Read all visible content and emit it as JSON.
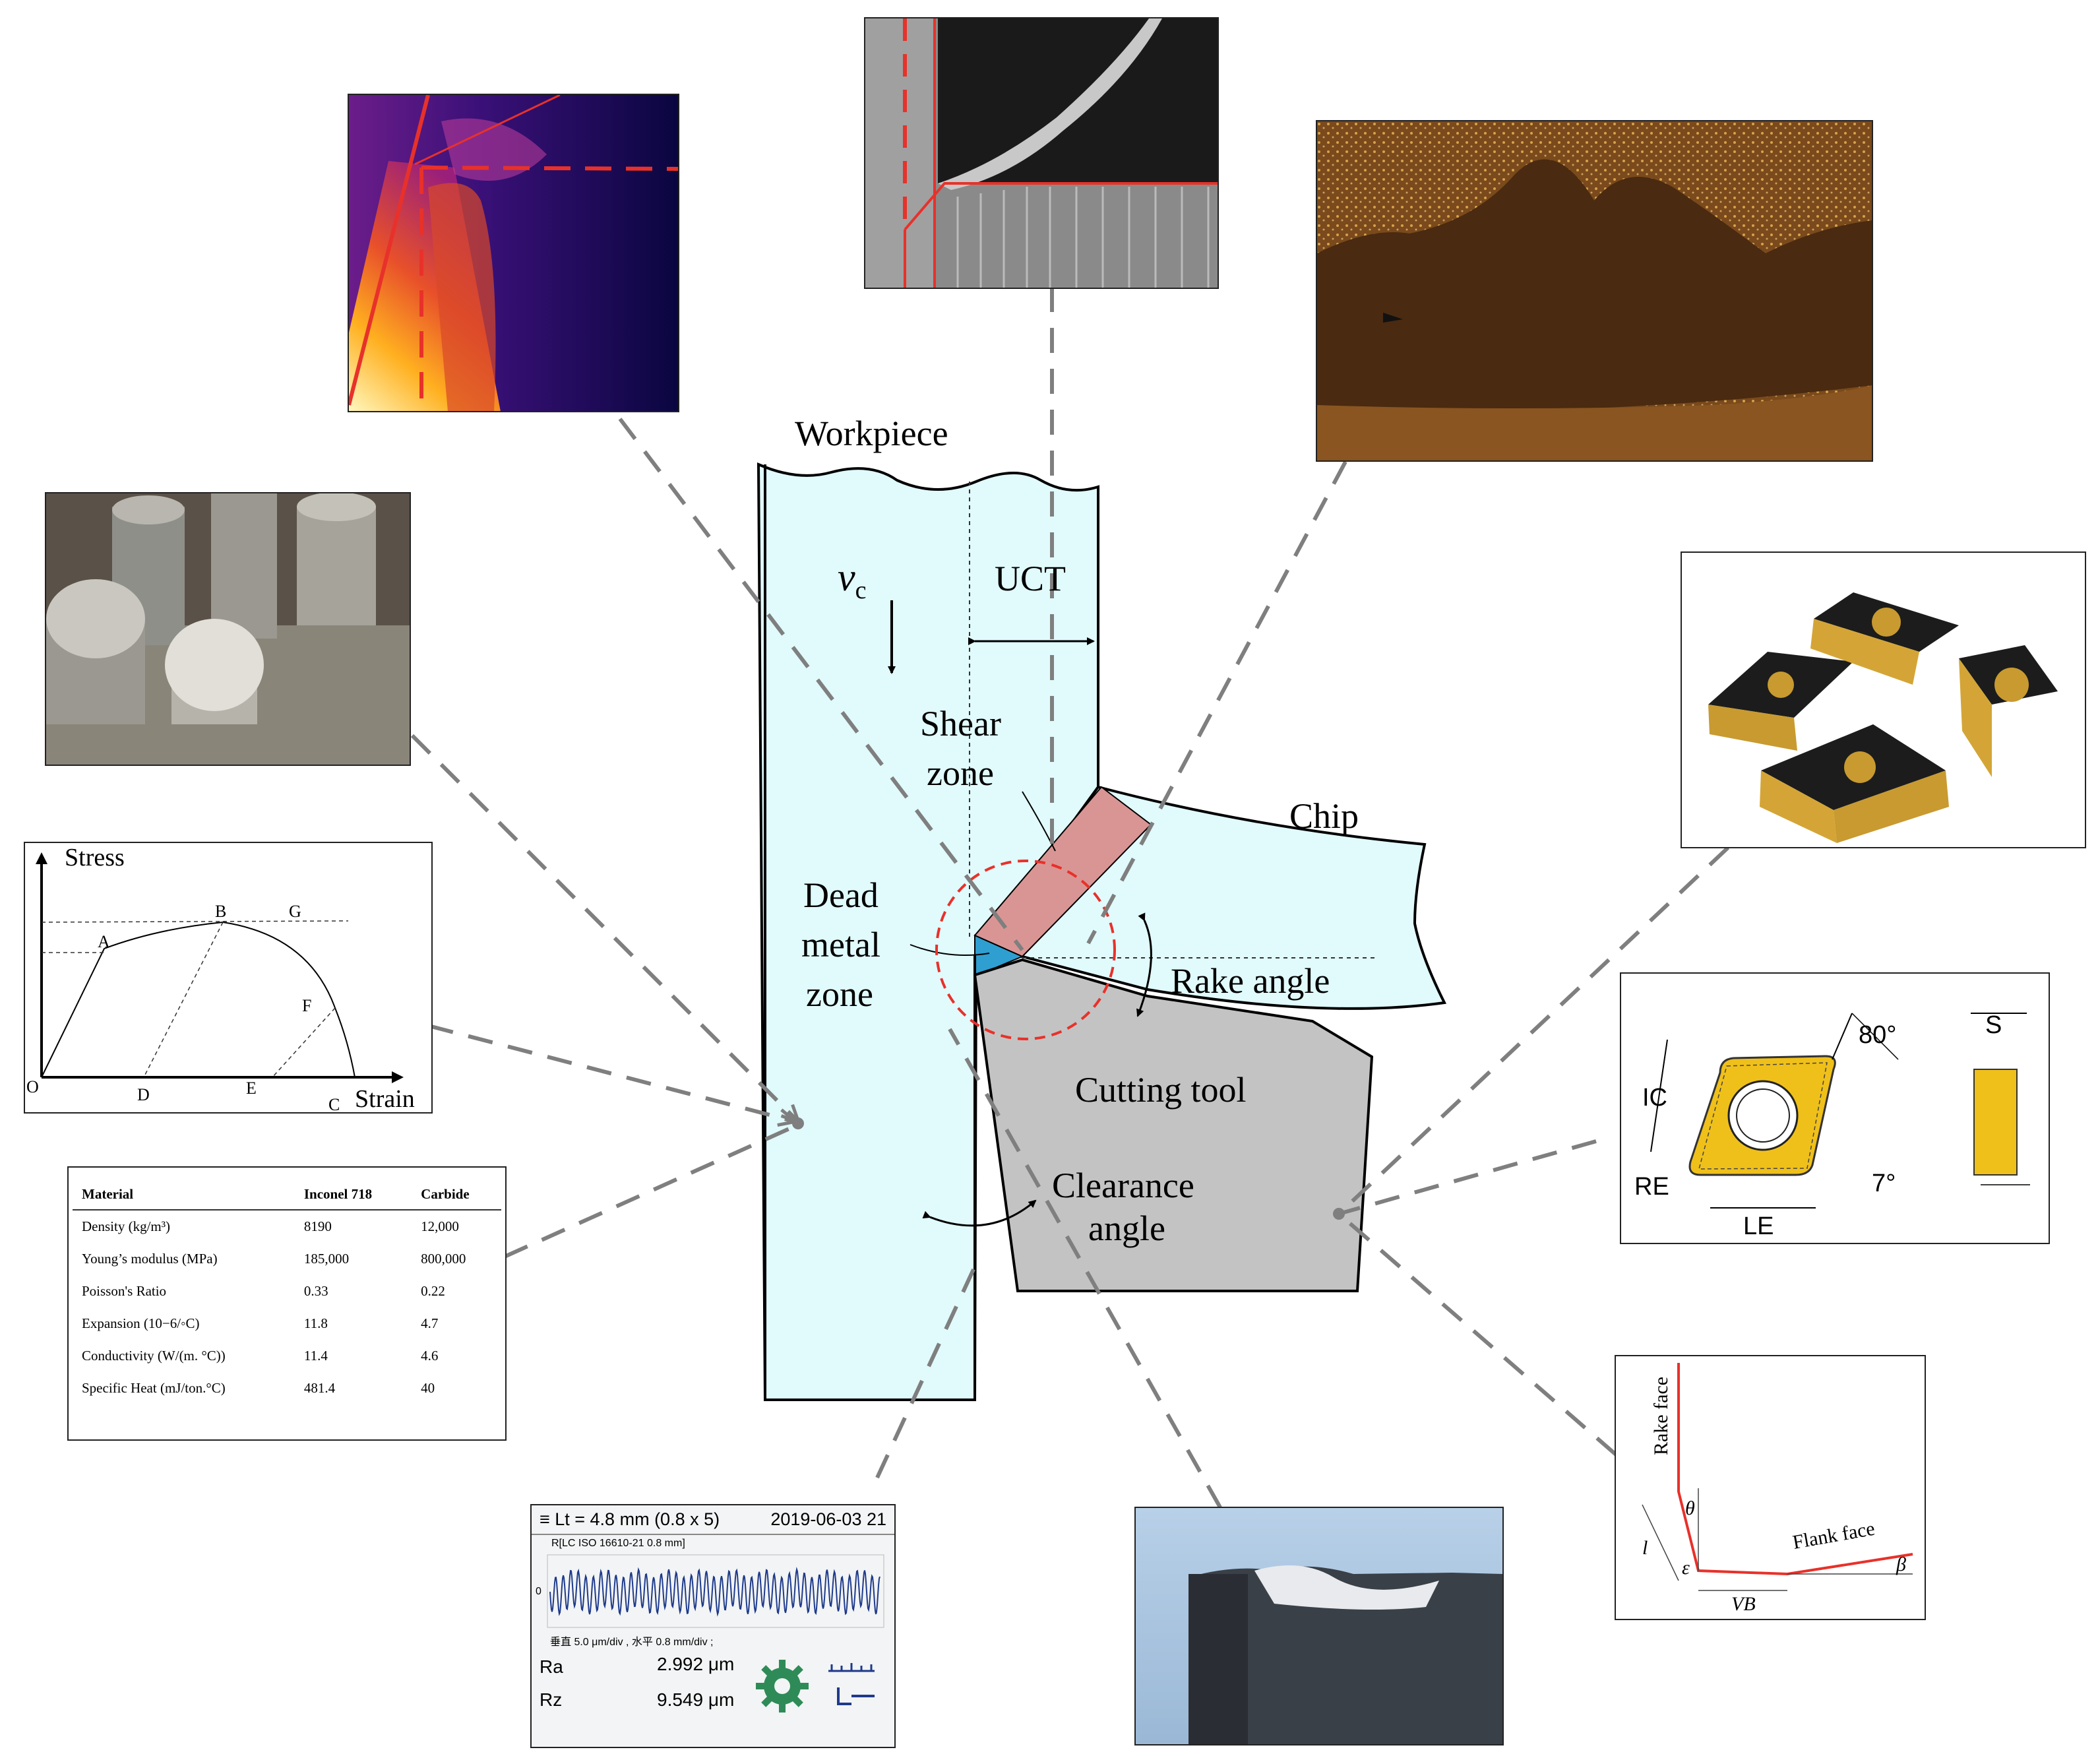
{
  "diagram": {
    "workpiece": "Workpiece",
    "vc_symbol": "v",
    "vc_subscript": "c",
    "uct": "UCT",
    "shear_zone": [
      "Shear",
      "zone"
    ],
    "chip": "Chip",
    "dead_metal_zone": [
      "Dead",
      "metal",
      "zone"
    ],
    "rake_angle": "Rake angle",
    "cutting_tool": "Cutting tool",
    "clearance_angle": [
      "Clearance",
      "angle"
    ]
  },
  "stress_strain": {
    "ylabel": "Stress",
    "xlabel": "Strain",
    "points": [
      "O",
      "A",
      "B",
      "G",
      "F",
      "D",
      "E",
      "C"
    ]
  },
  "material_table": {
    "headers": [
      "Material",
      "Inconel 718",
      "Carbide"
    ],
    "rows": [
      [
        "Density (kg/m³)",
        "8190",
        "12,000"
      ],
      [
        "Young’s modulus (MPa)",
        "185,000",
        "800,000"
      ],
      [
        "Poisson's Ratio",
        "0.33",
        "0.22"
      ],
      [
        "Expansion (10−6/◦C)",
        "11.8",
        "4.7"
      ],
      [
        "Conductivity (W/(m. °C))",
        "11.4",
        "4.6"
      ],
      [
        "Specific Heat (mJ/ton.°C)",
        "481.4",
        "40"
      ]
    ]
  },
  "roughness": {
    "header_left": "≡ Lt = 4.8 mm (0.8 x 5)",
    "header_right": "2019-06-03 21",
    "standard": "R[LC ISO 16610-21 0.8 mm]",
    "zero": "0",
    "scale": "垂直 5.0 μm/div , 水平 0.8 mm/div ;",
    "ra_label": "Ra",
    "ra_value": "2.992 μm",
    "rz_label": "Rz",
    "rz_value": "9.549 μm"
  },
  "insert_geometry": {
    "angle": "80°",
    "s": "S",
    "ic": "IC",
    "re": "RE",
    "le": "LE",
    "clearance": "7°"
  },
  "wear": {
    "rake_face": "Rake face",
    "flank_face": "Flank face",
    "theta": "θ",
    "l": "l",
    "epsilon": "ε",
    "vb": "VB",
    "beta": "β"
  },
  "colors": {
    "workpiece_fill": "#e1fafc",
    "shear_zone_fill": "#d99594",
    "dead_metal_fill": "#2e9fd0",
    "tool_fill": "#c3c3c3",
    "highlight_red": "#e8312a",
    "connector_gray": "#7f7f7f"
  }
}
